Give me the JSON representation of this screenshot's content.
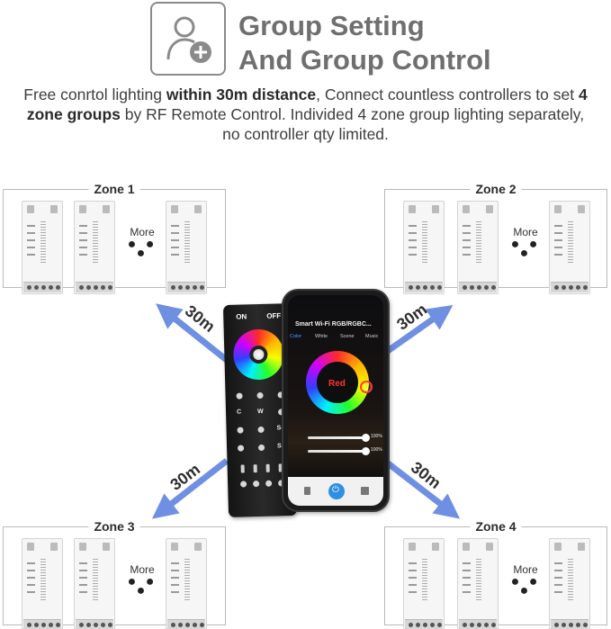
{
  "header": {
    "title_line1": "Group Setting",
    "title_line2": "And Group Control",
    "icon": "group-add-icon"
  },
  "description": {
    "part1": "Free conrtol lighting ",
    "bold1": "within 30m distance",
    "part2": ", Connect countless controllers to set ",
    "bold2": "4 zone groups",
    "part3": " by RF Remote Control. Individed 4 zone group lighting separately, no controller qty limited."
  },
  "zones": [
    {
      "label": "Zone 1",
      "more": "More",
      "dots": "● ● ●"
    },
    {
      "label": "Zone 2",
      "more": "More",
      "dots": "● ● ●"
    },
    {
      "label": "Zone 3",
      "more": "More",
      "dots": "● ● ●"
    },
    {
      "label": "Zone 4",
      "more": "More",
      "dots": "● ● ●"
    }
  ],
  "distances": {
    "top_left": "30m",
    "top_right": "30m",
    "bottom_left": "30m",
    "bottom_right": "30m"
  },
  "remote": {
    "on_label": "ON",
    "off_label": "OFF",
    "w_label": "W",
    "s_plus": "S+",
    "s_minus": "S-",
    "c_label": "C"
  },
  "phone": {
    "app_title": "Smart Wi-Fi RGB/RGBC...",
    "tabs": [
      "Color",
      "White",
      "Scene",
      "Music"
    ],
    "color_name": "Red",
    "brightness": "100%",
    "saturation": "100%"
  },
  "colors": {
    "arrow": "#6f8fe3",
    "title_gray": "#6f6f6f",
    "power_blue": "#2f8fe3",
    "selected_red": "#ff3030"
  }
}
